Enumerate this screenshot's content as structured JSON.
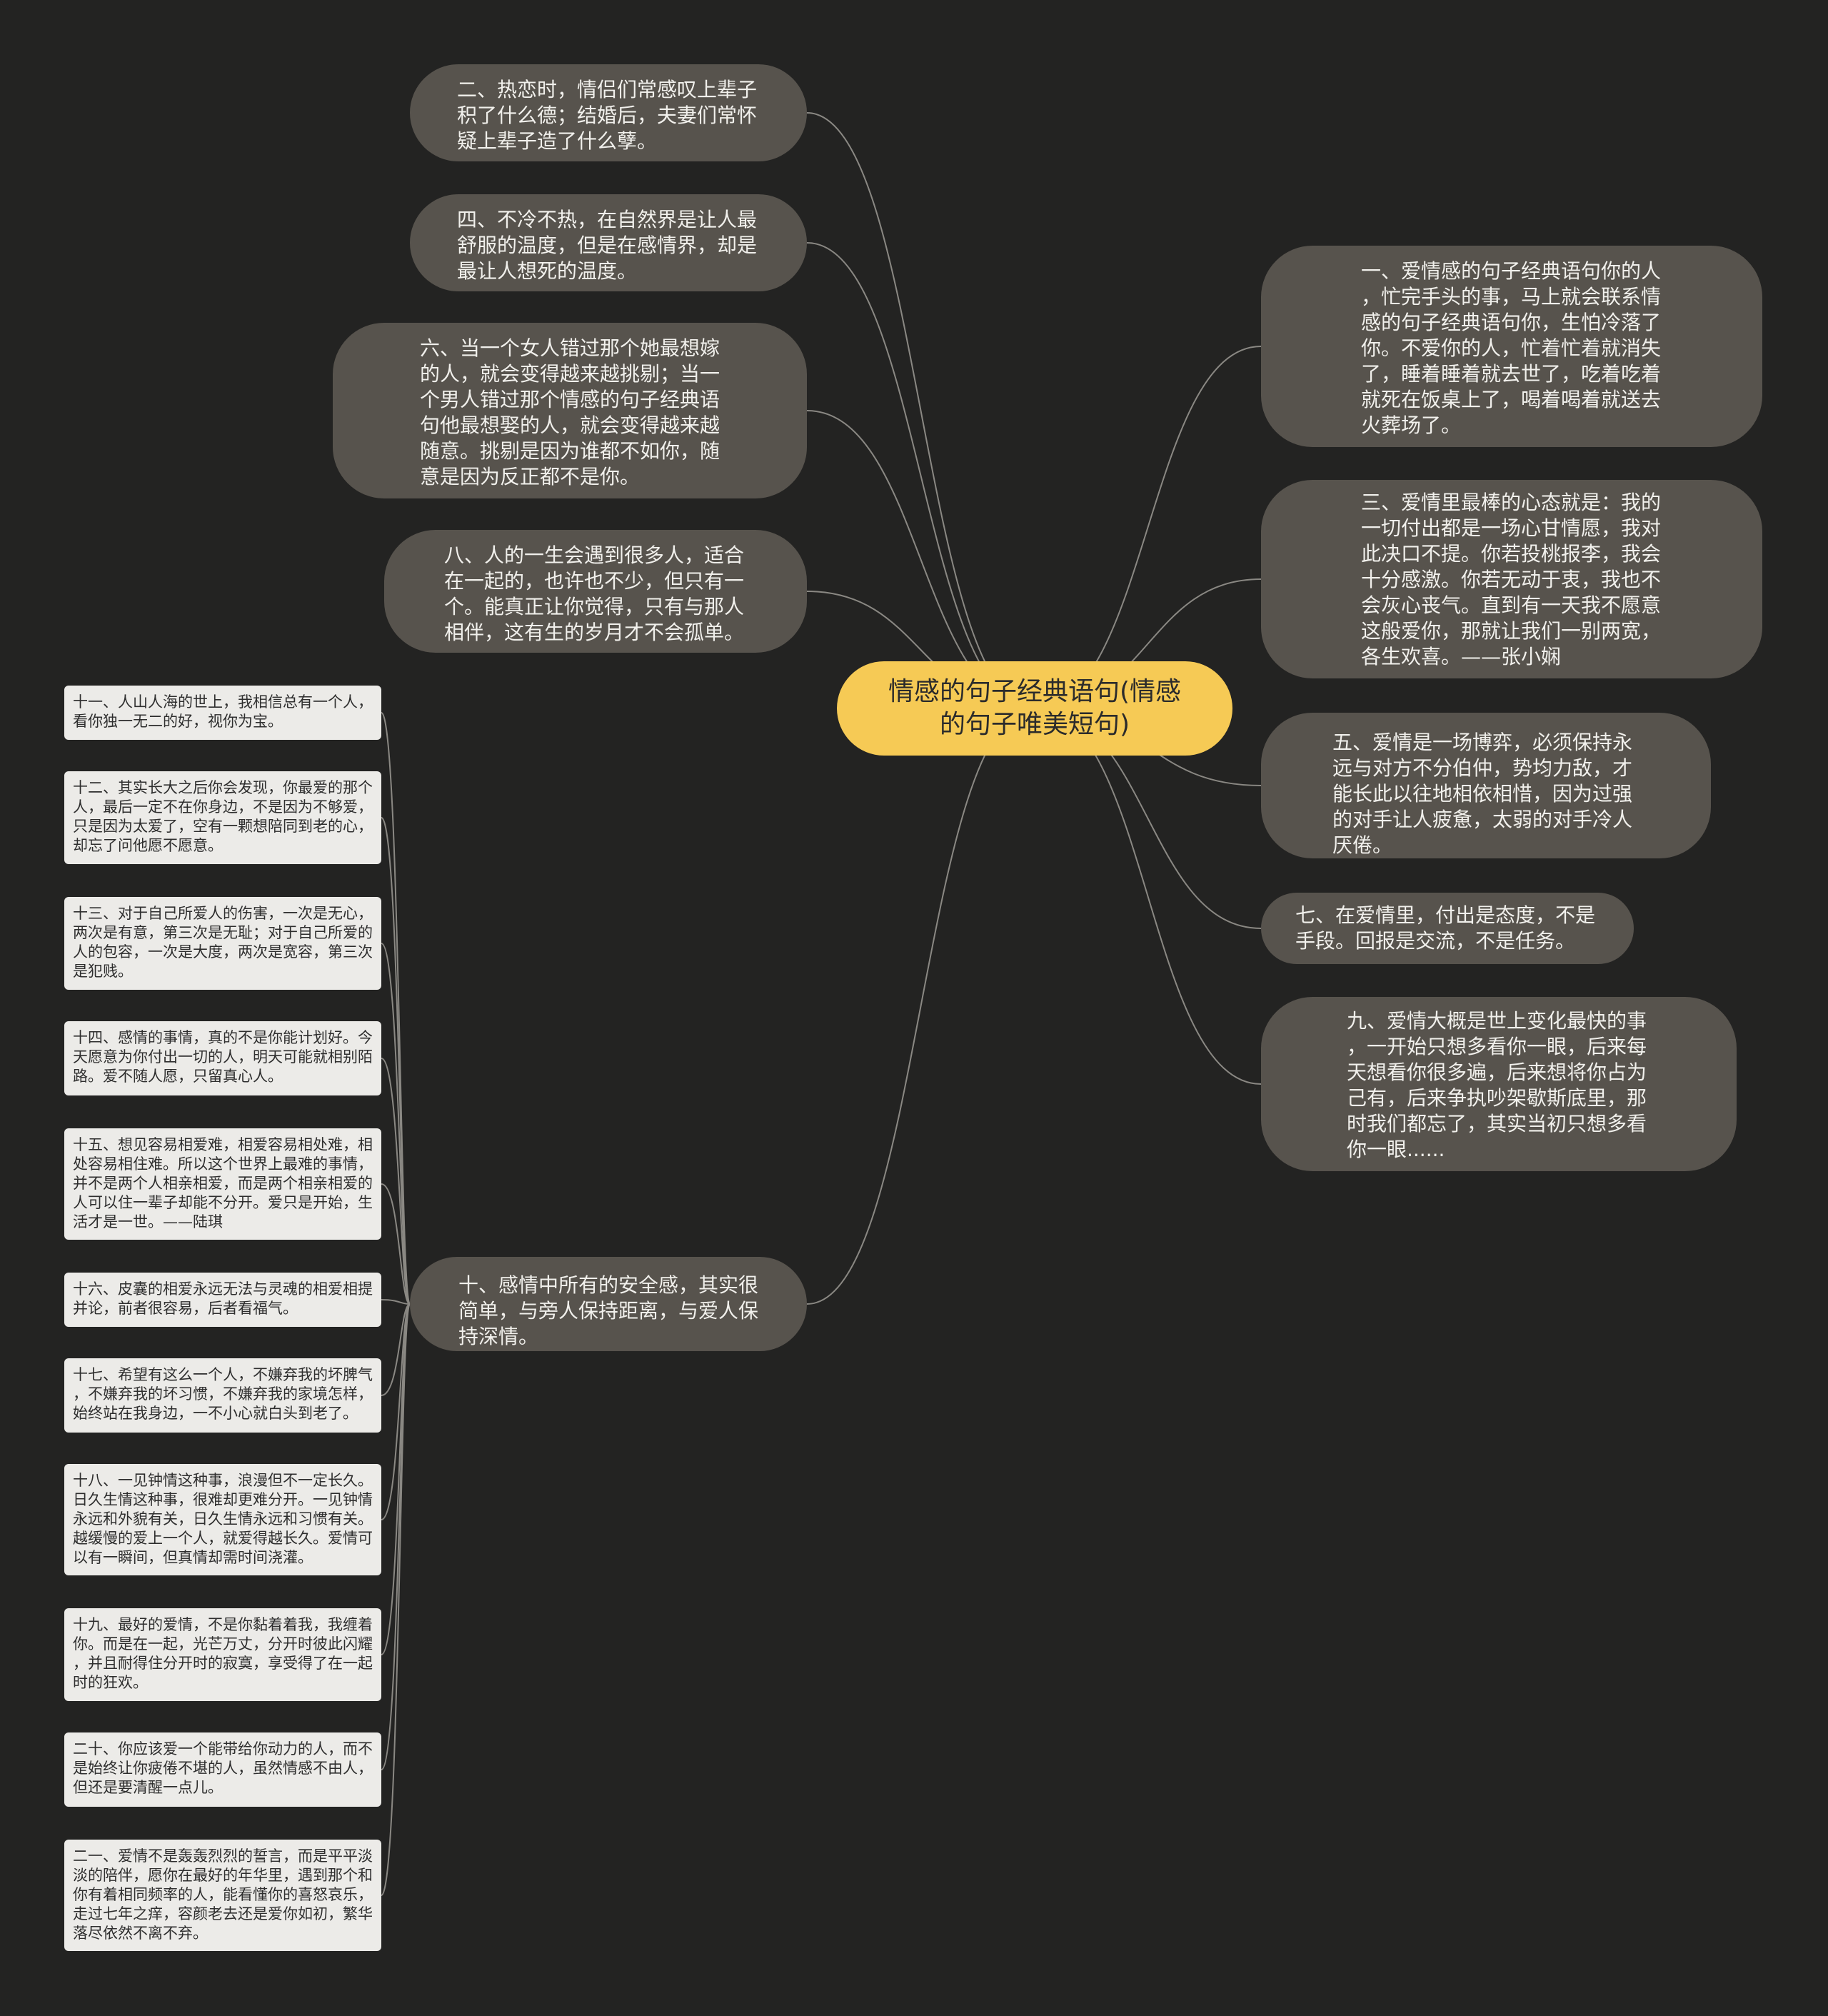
{
  "root": {
    "title": "情感的句子经典语句(情感\n的句子唯美短句)"
  },
  "left_branches": [
    {
      "text": "二、热恋时，情侣们常感叹上辈子\n积了什么德；结婚后，夫妻们常怀\n疑上辈子造了什么孽。"
    },
    {
      "text": "四、不冷不热，在自然界是让人最\n舒服的温度，但是在感情界，却是\n最让人想死的温度。"
    },
    {
      "text": "六、当一个女人错过那个她最想嫁\n的人，就会变得越来越挑剔；当一\n个男人错过那个情感的句子经典语\n句他最想娶的人，就会变得越来越\n随意。挑剔是因为谁都不如你，随\n意是因为反正都不是你。"
    },
    {
      "text": "八、人的一生会遇到很多人，适合\n在一起的，也许也不少，但只有一\n个。能真正让你觉得，只有与那人\n相伴，这有生的岁月才不会孤单。"
    },
    {
      "text": "十、感情中所有的安全感，其实很\n简单，与旁人保持距离，与爱人保\n持深情。"
    }
  ],
  "right_branches": [
    {
      "text": "一、爱情感的句子经典语句你的人\n，忙完手头的事，马上就会联系情\n感的句子经典语句你，生怕冷落了\n你。不爱你的人，忙着忙着就消失\n了，睡着睡着就去世了，吃着吃着\n就死在饭桌上了，喝着喝着就送去\n火葬场了。"
    },
    {
      "text": "三、爱情里最棒的心态就是：我的\n一切付出都是一场心甘情愿，我对\n此决口不提。你若投桃报李，我会\n十分感激。你若无动于衷，我也不\n会灰心丧气。直到有一天我不愿意\n这般爱你，那就让我们一别两宽，\n各生欢喜。——张小娴"
    },
    {
      "text": "五、爱情是一场博弈，必须保持永\n远与对方不分伯仲，势均力敌，才\n能长此以往地相依相惜，因为过强\n的对手让人疲惫，太弱的对手冷人\n厌倦。"
    },
    {
      "text": "七、在爱情里，付出是态度，不是\n手段。回报是交流，不是任务。"
    },
    {
      "text": "九、爱情大概是世上变化最快的事\n，一开始只想多看你一眼，后来每\n天想看你很多遍，后来想将你占为\n己有，后来争执吵架歇斯底里，那\n时我们都忘了，其实当初只想多看\n你一眼......"
    }
  ],
  "sub_items": [
    {
      "text": "十一、人山人海的世上，我相信总有一个人，\n看你独一无二的好，视你为宝。"
    },
    {
      "text": "十二、其实长大之后你会发现，你最爱的那个\n人，最后一定不在你身边，不是因为不够爱，\n只是因为太爱了，空有一颗想陪同到老的心，\n却忘了问他愿不愿意。"
    },
    {
      "text": "十三、对于自己所爱人的伤害，一次是无心，\n两次是有意，第三次是无耻；对于自己所爱的\n人的包容，一次是大度，两次是宽容，第三次\n是犯贱。"
    },
    {
      "text": "十四、感情的事情，真的不是你能计划好。今\n天愿意为你付出一切的人，明天可能就相别陌\n路。爱不随人愿，只留真心人。"
    },
    {
      "text": "十五、想见容易相爱难，相爱容易相处难，相\n处容易相住难。所以这个世界上最难的事情，\n并不是两个人相亲相爱，而是两个相亲相爱的\n人可以住一辈子却能不分开。爱只是开始，生\n活才是一世。——陆琪"
    },
    {
      "text": "十六、皮囊的相爱永远无法与灵魂的相爱相提\n并论，前者很容易，后者看福气。"
    },
    {
      "text": "十七、希望有这么一个人，不嫌弃我的坏脾气\n，不嫌弃我的坏习惯，不嫌弃我的家境怎样，\n始终站在我身边，一不小心就白头到老了。"
    },
    {
      "text": "十八、一见钟情这种事，浪漫但不一定长久。\n日久生情这种事，很难却更难分开。一见钟情\n永远和外貌有关，日久生情永远和习惯有关。\n越缓慢的爱上一个人，就爱得越长久。爱情可\n以有一瞬间，但真情却需时间浇灌。"
    },
    {
      "text": "十九、最好的爱情，不是你黏着着我，我缠着\n你。而是在一起，光芒万丈，分开时彼此闪耀\n，并且耐得住分开时的寂寞，享受得了在一起\n时的狂欢。"
    },
    {
      "text": "二十、你应该爱一个能带给你动力的人，而不\n是始终让你疲倦不堪的人，虽然情感不由人，\n但还是要清醒一点儿。"
    },
    {
      "text": "二一、爱情不是轰轰烈烈的誓言，而是平平淡\n淡的陪伴，愿你在最好的年华里，遇到那个和\n你有着相同频率的人，能看懂你的喜怒哀乐，\n走过七年之痒，容颜老去还是爱你如初，繁华\n落尽依然不离不弃。"
    }
  ],
  "colors": {
    "background": "#232322",
    "root_fill": "#f6ca55",
    "branch_fill": "#57534d",
    "card_fill": "#ecebe8",
    "link_stroke": "#8a8883"
  }
}
